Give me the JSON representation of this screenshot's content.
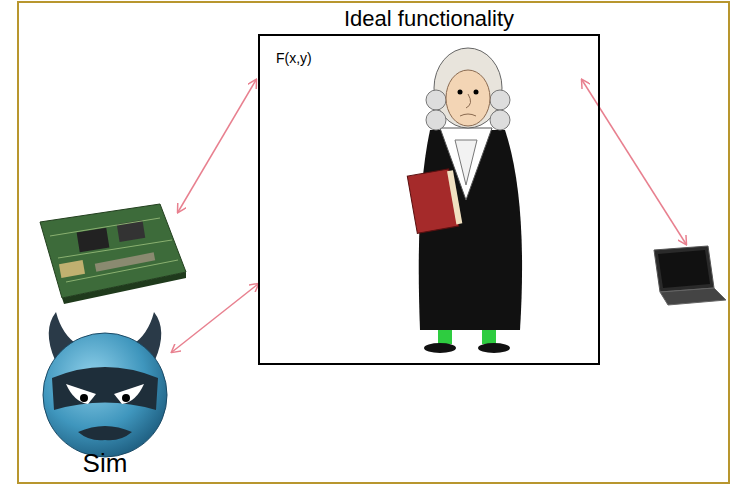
{
  "diagram": {
    "nodes": [
      {
        "text": [
          "Ideal functionality",
          "F(x,y)"
        ]
      },
      {
        "text": [
          "Sim"
        ]
      }
    ],
    "edges": [
      {
        "from": 1,
        "to": 0,
        "arrow": "both"
      }
    ]
  }
}
